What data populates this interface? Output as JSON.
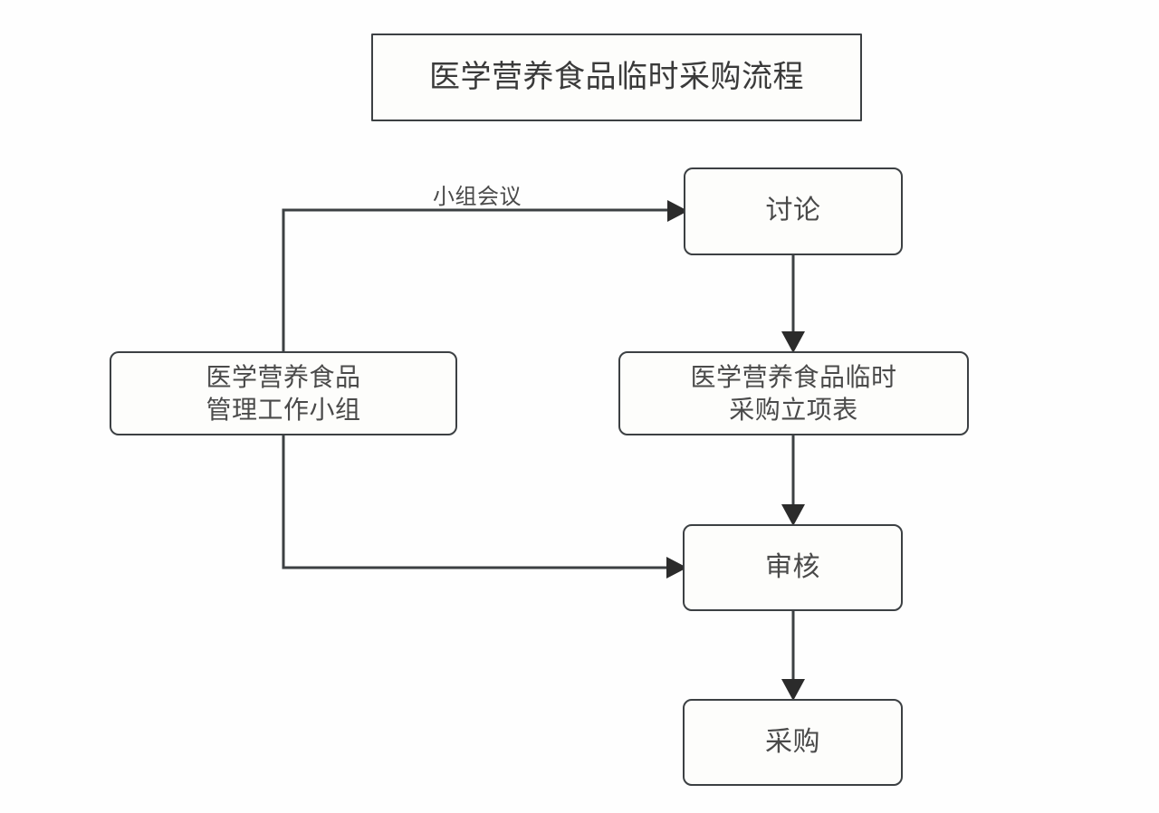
{
  "diagram": {
    "title": "医学营养食品临时采购流程",
    "background_color": "#fefefe",
    "line_color": "#3c4043",
    "node_fill": "#fdfdfb",
    "text_color": "#4a4a4a",
    "nodes": [
      {
        "id": "title",
        "label": "医学营养食品临时采购流程",
        "shape": "rectangle"
      },
      {
        "id": "discussion",
        "label": "讨论",
        "shape": "rounded-rectangle"
      },
      {
        "id": "workgroup",
        "label": "医学营养食品\n管理工作小组",
        "shape": "rounded-rectangle"
      },
      {
        "id": "form",
        "label": "医学营养食品临时\n采购立项表",
        "shape": "rounded-rectangle"
      },
      {
        "id": "review",
        "label": "审核",
        "shape": "rounded-rectangle"
      },
      {
        "id": "purchase",
        "label": "采购",
        "shape": "rounded-rectangle"
      }
    ],
    "edges": [
      {
        "id": "workgroup-to-discussion",
        "from": "workgroup",
        "to": "discussion",
        "label": "小组会议"
      },
      {
        "id": "discussion-to-form",
        "from": "discussion",
        "to": "form",
        "label": ""
      },
      {
        "id": "form-to-review",
        "from": "form",
        "to": "review",
        "label": ""
      },
      {
        "id": "workgroup-to-review",
        "from": "workgroup",
        "to": "review",
        "label": ""
      },
      {
        "id": "review-to-purchase",
        "from": "review",
        "to": "purchase",
        "label": ""
      }
    ]
  }
}
